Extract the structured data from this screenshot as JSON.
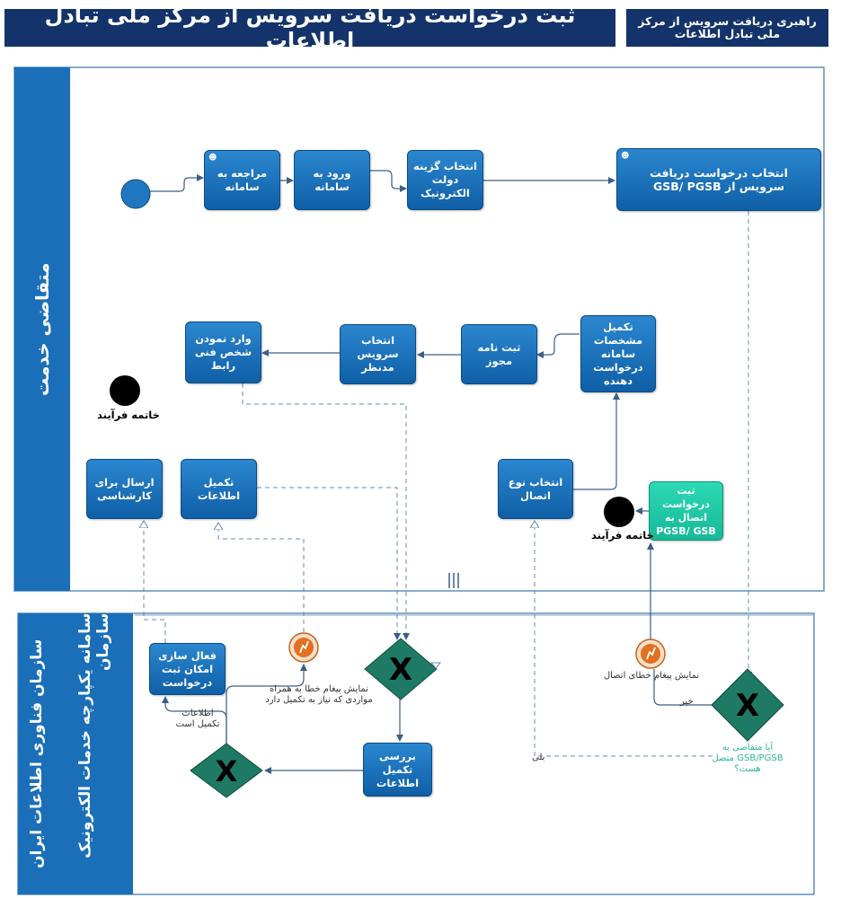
{
  "header": {
    "title": "ثبت درخواست دریافت سرویس از مرکز ملی تبادل اطلاعات",
    "subtitle": "راهبری دریافت سرویس از مرکز ملی تبادل اطلاعات"
  },
  "lanes": {
    "requester": "متقاضی خدمت",
    "org_pool": "سازمان فناوری اطلاعات ایران",
    "org_lane": "سامانه یکپارچه خدمات الکترونیک سازمان"
  },
  "tasks": {
    "visit_system": "مراجعه به سامانه",
    "login": "ورود به سامانه",
    "select_egov": "انتخاب گزینه دولت الکترونیک",
    "select_request": "انتخاب درخواست دریافت سرویس از GSB/ PGSB",
    "complete_specs": "تکمیل مشخصات سامانه درخواست دهنده",
    "register_license": "ثبت نامه مجوز",
    "select_service": "انتخاب سرویس مدنظر",
    "enter_tech_person": "وارد نمودن شخص فنی رابط",
    "send_expert": "ارسال برای کارشناسی",
    "complete_info": "تکمیل اطلاعات",
    "select_connection": "انتخاب نوع اتصال",
    "register_connection": "ثبت درخواست اتصال به PGSB/ GSB",
    "activate_request": "فعال سازی امکان ثبت درخواست",
    "review_info": "بررسی تکمیل اطلاعات"
  },
  "labels": {
    "end_process_1": "خاتمه فرآیند",
    "end_process_2": "خاتمه فرآیند",
    "error_missing": "نمایش پیغام خطا به همراه مواردی که نیاز به تکمیل دارد",
    "error_connection": "نمایش پیغام خطای اتصال",
    "info_complete": "اطلاعات تکمیل است",
    "no": "خیر",
    "yes": "بلی",
    "question": "آیا متقاضی به GSB/PGSB متصل هست؟"
  },
  "gateway_symbol": "X",
  "colors": {
    "banner": "#14336a",
    "lane": "#1a6fb8",
    "task": "#1f77c0",
    "task_green": "#22c9a6",
    "gateway": "#1e7a64",
    "error_event": "#e2701f",
    "line": "#3b5f86"
  }
}
